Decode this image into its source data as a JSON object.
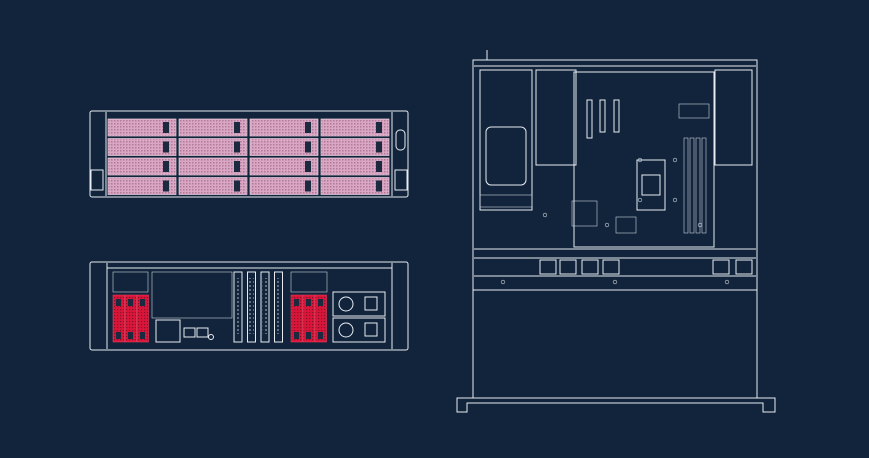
{
  "colors": {
    "background": "#12243b",
    "line": "#e8ecf2",
    "front_drive_fill": "#d9a6c4",
    "rear_drive_fill": "#d9163a"
  },
  "front_view": {
    "drive_rows": 4,
    "drive_columns": 4
  },
  "rear_view": {
    "drive_bays_per_group": 3,
    "pcie_slots": 4,
    "power_supplies": 2
  },
  "top_view": {
    "dimm_slots": 4,
    "fans": 6
  }
}
